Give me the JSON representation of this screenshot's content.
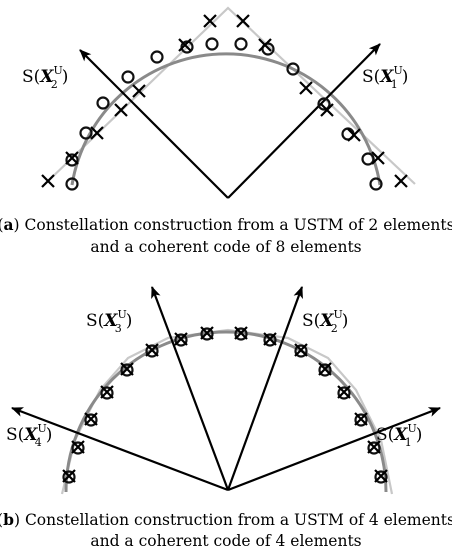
{
  "panels": [
    {
      "id": "a",
      "tag": "a",
      "caption_line1": "Constellation construction from a USTM of 2 elements",
      "caption_line2": "and a coherent code of 8 elements",
      "subspaces": [
        {
          "script": "S",
          "open": "(",
          "var": "X",
          "sup": "U",
          "sub": "2",
          "close": ")"
        },
        {
          "script": "S",
          "open": "(",
          "var": "X",
          "sup": "U",
          "sub": "1",
          "close": ")"
        }
      ]
    },
    {
      "id": "b",
      "tag": "b",
      "caption_line1": "Constellation construction from a USTM of 4 elements",
      "caption_line2": "and a coherent code of 4 elements",
      "subspaces": [
        {
          "script": "S",
          "open": "(",
          "var": "X",
          "sup": "U",
          "sub": "3",
          "close": ")"
        },
        {
          "script": "S",
          "open": "(",
          "var": "X",
          "sup": "U",
          "sub": "2",
          "close": ")"
        },
        {
          "script": "S",
          "open": "(",
          "var": "X",
          "sup": "U",
          "sub": "4",
          "close": ")"
        },
        {
          "script": "S",
          "open": "(",
          "var": "X",
          "sup": "U",
          "sub": "1",
          "close": ")"
        }
      ]
    }
  ],
  "colors": {
    "arrow": "#000000",
    "arc": "#8a8a8a",
    "light": "#c8c8c8"
  }
}
